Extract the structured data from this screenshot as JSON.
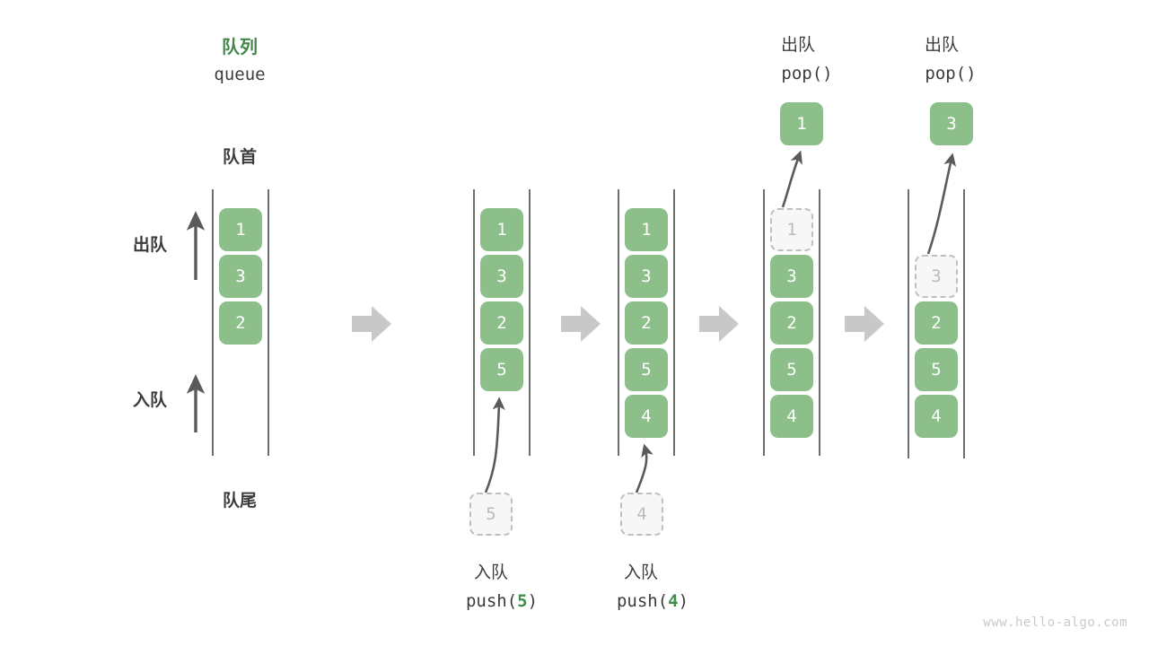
{
  "diagram": {
    "title_cn": "队列",
    "title_en": "queue",
    "head_label": "队首",
    "tail_label": "队尾",
    "dequeue_label": "出队",
    "enqueue_label": "入队",
    "watermark": "www.hello-algo.com"
  },
  "columns": [
    {
      "id": "initial",
      "cells": [
        {
          "value": "1",
          "state": "full"
        },
        {
          "value": "3",
          "state": "full"
        },
        {
          "value": "2",
          "state": "full"
        }
      ]
    },
    {
      "id": "after-push-5",
      "op_title_cn": "",
      "op_title_code": "",
      "cells": [
        {
          "value": "1",
          "state": "full"
        },
        {
          "value": "3",
          "state": "full"
        },
        {
          "value": "2",
          "state": "full"
        },
        {
          "value": "5",
          "state": "full"
        }
      ],
      "incoming": {
        "value": "5",
        "state": "ghost"
      },
      "caption_cn": "入队",
      "caption_fn": "push(",
      "caption_arg": "5",
      "caption_fn_end": ")"
    },
    {
      "id": "after-push-4",
      "cells": [
        {
          "value": "1",
          "state": "full"
        },
        {
          "value": "3",
          "state": "full"
        },
        {
          "value": "2",
          "state": "full"
        },
        {
          "value": "5",
          "state": "full"
        },
        {
          "value": "4",
          "state": "full"
        }
      ],
      "incoming": {
        "value": "4",
        "state": "ghost"
      },
      "caption_cn": "入队",
      "caption_fn": "push(",
      "caption_arg": "4",
      "caption_fn_end": ")"
    },
    {
      "id": "after-pop-1",
      "op_title_cn": "出队",
      "op_title_code": "pop()",
      "popped": {
        "value": "1",
        "state": "full"
      },
      "cells": [
        {
          "value": "1",
          "state": "ghost"
        },
        {
          "value": "3",
          "state": "full"
        },
        {
          "value": "2",
          "state": "full"
        },
        {
          "value": "5",
          "state": "full"
        },
        {
          "value": "4",
          "state": "full"
        }
      ]
    },
    {
      "id": "after-pop-3",
      "op_title_cn": "出队",
      "op_title_code": "pop()",
      "popped": {
        "value": "3",
        "state": "full"
      },
      "cells": [
        {
          "value": "",
          "state": "empty"
        },
        {
          "value": "3",
          "state": "ghost"
        },
        {
          "value": "2",
          "state": "full"
        },
        {
          "value": "5",
          "state": "full"
        },
        {
          "value": "4",
          "state": "full"
        }
      ]
    }
  ],
  "colors": {
    "green_fill": "#8cbf8a",
    "green_title": "#43884a",
    "accent_green": "#3f8f4a",
    "rail": "#4a4a4a",
    "arrow_dark": "#5a5a5a",
    "block_arrow": "#c8c8c8",
    "ghost_border": "#bfbfbf",
    "ghost_fill": "#f7f7f7",
    "text": "#3c3c3c",
    "watermark": "#c9c9c9"
  }
}
